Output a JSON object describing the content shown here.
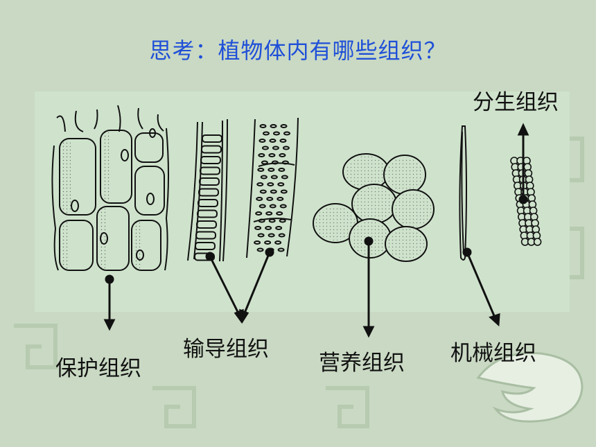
{
  "title": "思考：植物体内有哪些组织？",
  "labels": {
    "protective": "保护组织",
    "conductive": "输导组织",
    "nutritive": "营养组织",
    "mechanical": "机械组织",
    "meristematic": "分生组织"
  },
  "colors": {
    "background": "#c9d9c3",
    "panel": "#cfe3cc",
    "title": "#1f4fd8",
    "ink": "#111111"
  }
}
